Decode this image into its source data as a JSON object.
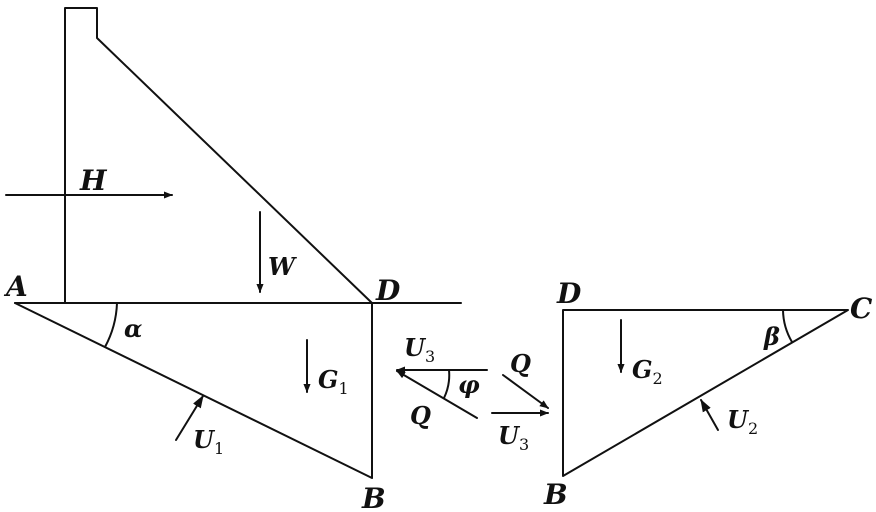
{
  "labels": {
    "A": "A",
    "B_left": "B",
    "B_right": "B",
    "C": "C",
    "D_left": "D",
    "D_right": "D",
    "H": "H",
    "W": "W",
    "alpha": "α",
    "beta": "β",
    "phi": "φ",
    "Q_upper": "Q",
    "Q_lower": "Q",
    "G1": {
      "main": "G",
      "sub": "1"
    },
    "G2": {
      "main": "G",
      "sub": "2"
    },
    "U1": {
      "main": "U",
      "sub": "1"
    },
    "U2": {
      "main": "U",
      "sub": "2"
    },
    "U3_upper": {
      "main": "U",
      "sub": "3"
    },
    "U3_lower": {
      "main": "U",
      "sub": "3"
    }
  },
  "colors": {
    "ink": "#111111",
    "background": "#ffffff"
  }
}
